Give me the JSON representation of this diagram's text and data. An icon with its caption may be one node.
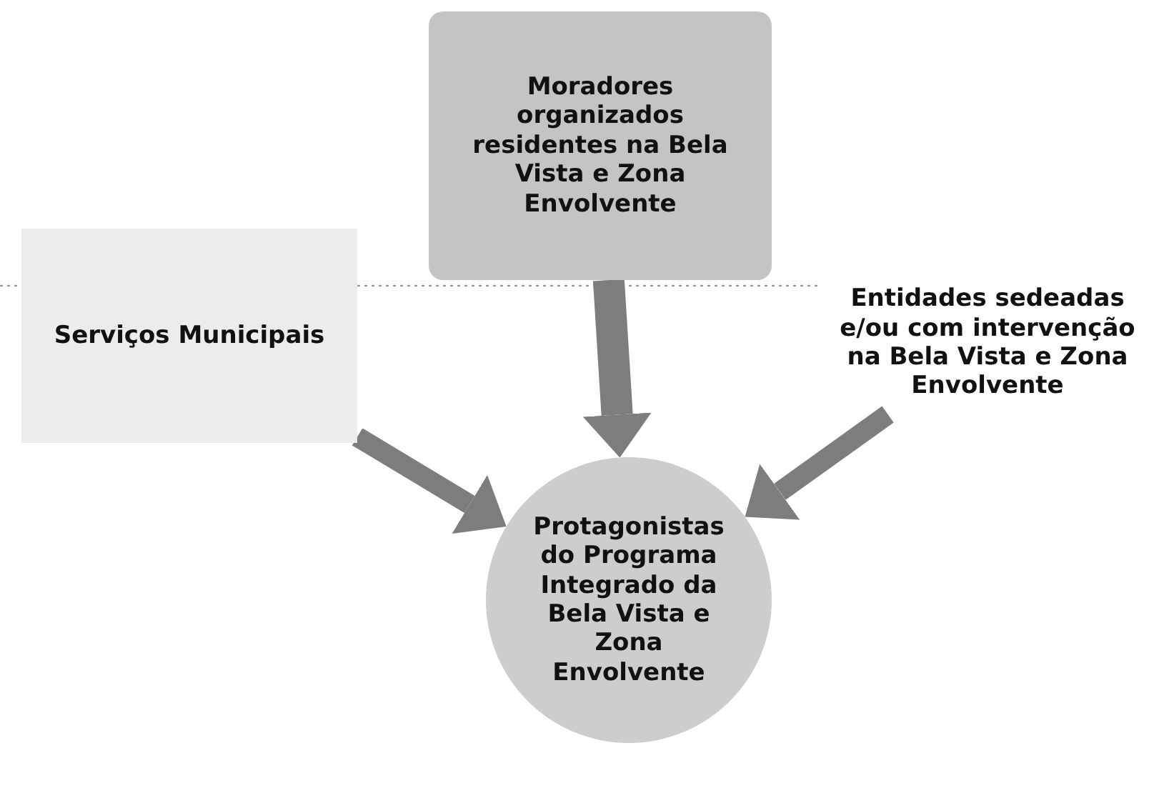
{
  "diagram": {
    "nodes": [
      {
        "text": [
          "Moradores organizados residentes na Bela Vista e Zona Envolvente"
        ]
      },
      {
        "text": [
          "Serviços Municipais"
        ]
      },
      {
        "text": [
          "Entidades sedeadas e/ou com intervenção na Bela Vista e Zona Envolvente"
        ]
      },
      {
        "text": [
          "Protagonistas do Programa Integrado da Bela Vista e Zona Envolvente"
        ]
      }
    ],
    "edges": [
      {
        "from": 0,
        "to": 3,
        "arrow": "to"
      },
      {
        "from": 1,
        "to": 3,
        "arrow": "to"
      },
      {
        "from": 2,
        "to": 3,
        "arrow": "to"
      }
    ]
  }
}
